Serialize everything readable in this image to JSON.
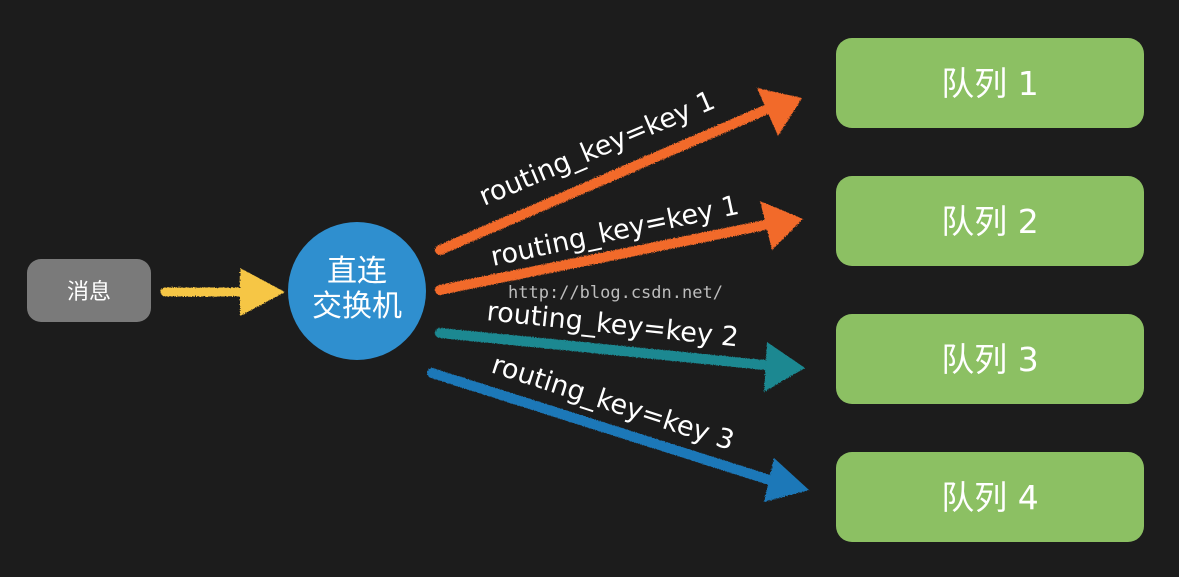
{
  "message_node": {
    "label": "消息"
  },
  "exchange": {
    "line1": "直连",
    "line2": "交换机"
  },
  "watermark": "http://blog.csdn.net/",
  "routes": [
    {
      "label": "routing_key=key 1",
      "color": "#f26a2b"
    },
    {
      "label": "routing_key=key 1",
      "color": "#f26a2b"
    },
    {
      "label": "routing_key=key 2",
      "color": "#1a8891"
    },
    {
      "label": "routing_key=key 3",
      "color": "#1f78b8"
    }
  ],
  "queues": [
    {
      "label": "队列 1"
    },
    {
      "label": "队列 2"
    },
    {
      "label": "队列 3"
    },
    {
      "label": "队列 4"
    }
  ],
  "colors": {
    "background": "#1c1c1c",
    "message_node": "#7a7a7a",
    "message_arrow": "#f6c644",
    "exchange": "#2f8fcf",
    "queue": "#8cc063"
  }
}
